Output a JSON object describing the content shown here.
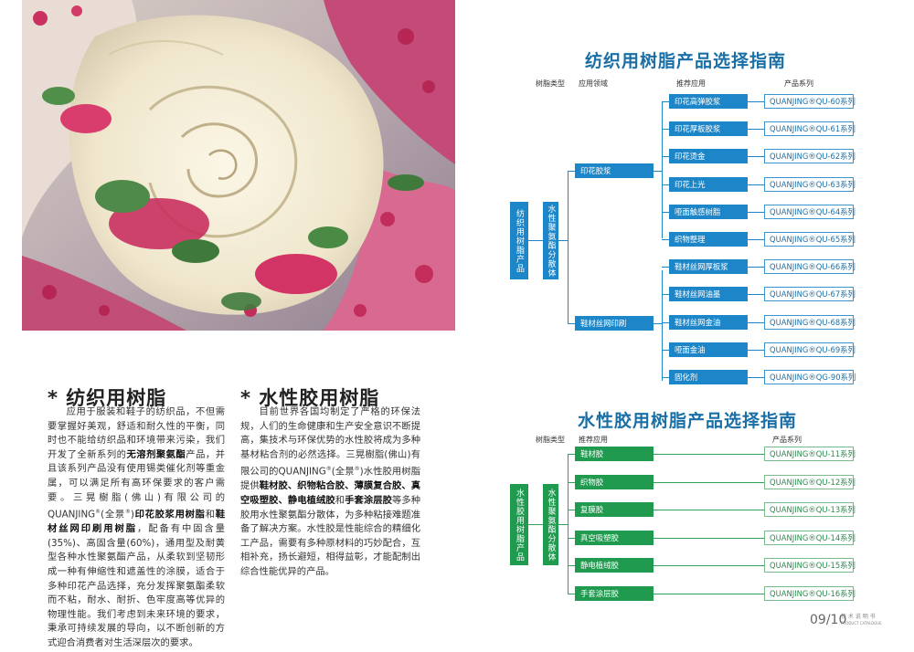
{
  "photo_alt": "",
  "textile": {
    "title": "* 纺织用树脂",
    "para1": "应用于服装和鞋子的纺织品，不但需要掌握好美观，舒适和耐久性的平衡，同时也不能给纺织品和环境带来污染，我们开发了全新系列的",
    "bold1": "无溶剂聚氨酯",
    "para2": "产品，并且该系列产品没有使用锡类催化剂等重金属，可以满足所有高环保要求的客户需要。三晃樹脂(佛山)有限公司的QUANJING",
    "para3": "(全景",
    "para4": ")",
    "bold2": "印花胶浆用树脂",
    "para5": "和",
    "bold3": "鞋材丝网印刷用树脂",
    "para6": "，配备有中固含量(35%)、高固含量(60%)，通用型及耐黄型各种水性聚氨酯产品，从柔软到坚韧形成一种有伸缩性和遮盖性的涂膜，适合于多种印花产品选择，充分发挥聚氨酯柔软而不粘，耐水、耐折、色牢度高等优异的物理性能。我们考虑到未来环境的要求，秉承可持续发展的导向，以不断创新的方式迎合消费者对生活深层次的要求。",
    "reg": "®"
  },
  "waterborne": {
    "title": "* 水性胶用树脂",
    "para1": "目前世界各国均制定了严格的环保法规，人们的生命健康和生产安全意识不断提高，集技术与环保优势的水性胶将成为多种基材粘合剂的必然选择。三晃樹脂(佛山)有限公司的QUANJING",
    "para2": "(全景",
    "para3": ")水性胶用树脂提供",
    "bold1": "鞋材胶、织物粘合胶、薄膜复合胶、真空吸塑胶、静电植绒胶",
    "para4": "和",
    "bold2": "手套涂层胶",
    "para5": "等多种胶用水性聚氨酯分散体，为多种粘接难题准备了解决方案。水性胶是性能综合的精细化工产品，需要有多种原材料的巧妙配合，互相补充，扬长避短，相得益彰，才能配制出综合性能优异的产品。",
    "reg": "®"
  },
  "guide1": {
    "title": "纺织用树脂产品选择指南",
    "headers": {
      "type": "树脂类型",
      "field": "应用领域",
      "app": "推荐应用",
      "series": "产品系列"
    },
    "root": "纺织用树脂产品",
    "dispersion": "水性聚氨酯分散体",
    "fields": [
      "印花胶浆",
      "鞋材丝网印刷"
    ],
    "apps": [
      "印花高弹胶浆",
      "印花厚板胶浆",
      "印花烫金",
      "印花上光",
      "哑面触感树脂",
      "织物整理",
      "鞋材丝网厚板浆",
      "鞋材丝网油墨",
      "鞋材丝网金油",
      "哑面金油",
      "固化剂"
    ],
    "series": [
      "QUANJING®QU-60系列",
      "QUANJING®QU-61系列",
      "QUANJING®QU-62系列",
      "QUANJING®QU-63系列",
      "QUANJING®QU-64系列",
      "QUANJING®QU-65系列",
      "QUANJING®QU-66系列",
      "QUANJING®QU-67系列",
      "QUANJING®QU-68系列",
      "QUANJING®QU-69系列",
      "QUANJING®QG-90系列"
    ],
    "color": "#1c86c8"
  },
  "guide2": {
    "title": "水性胶用树脂产品选择指南",
    "headers": {
      "type": "树脂类型",
      "app": "推荐应用",
      "series": "产品系列"
    },
    "root": "水性胶用树脂产品",
    "dispersion": "水性聚氨酯分散体",
    "apps": [
      "鞋材胶",
      "织物胶",
      "复膜胶",
      "真空吸塑胶",
      "静电植绒胶",
      "手套涂层胶"
    ],
    "series": [
      "QUANJING®QU-11系列",
      "QUANJING®QU-12系列",
      "QUANJING®QU-13系列",
      "QUANJING®QU-14系列",
      "QUANJING®QU-15系列",
      "QUANJING®QU-16系列"
    ],
    "color": "#1f9a4f"
  },
  "page": {
    "number": "09/10",
    "label1": "技 术 说 明 书",
    "label2": "PRODUCT CATALOGUE"
  }
}
